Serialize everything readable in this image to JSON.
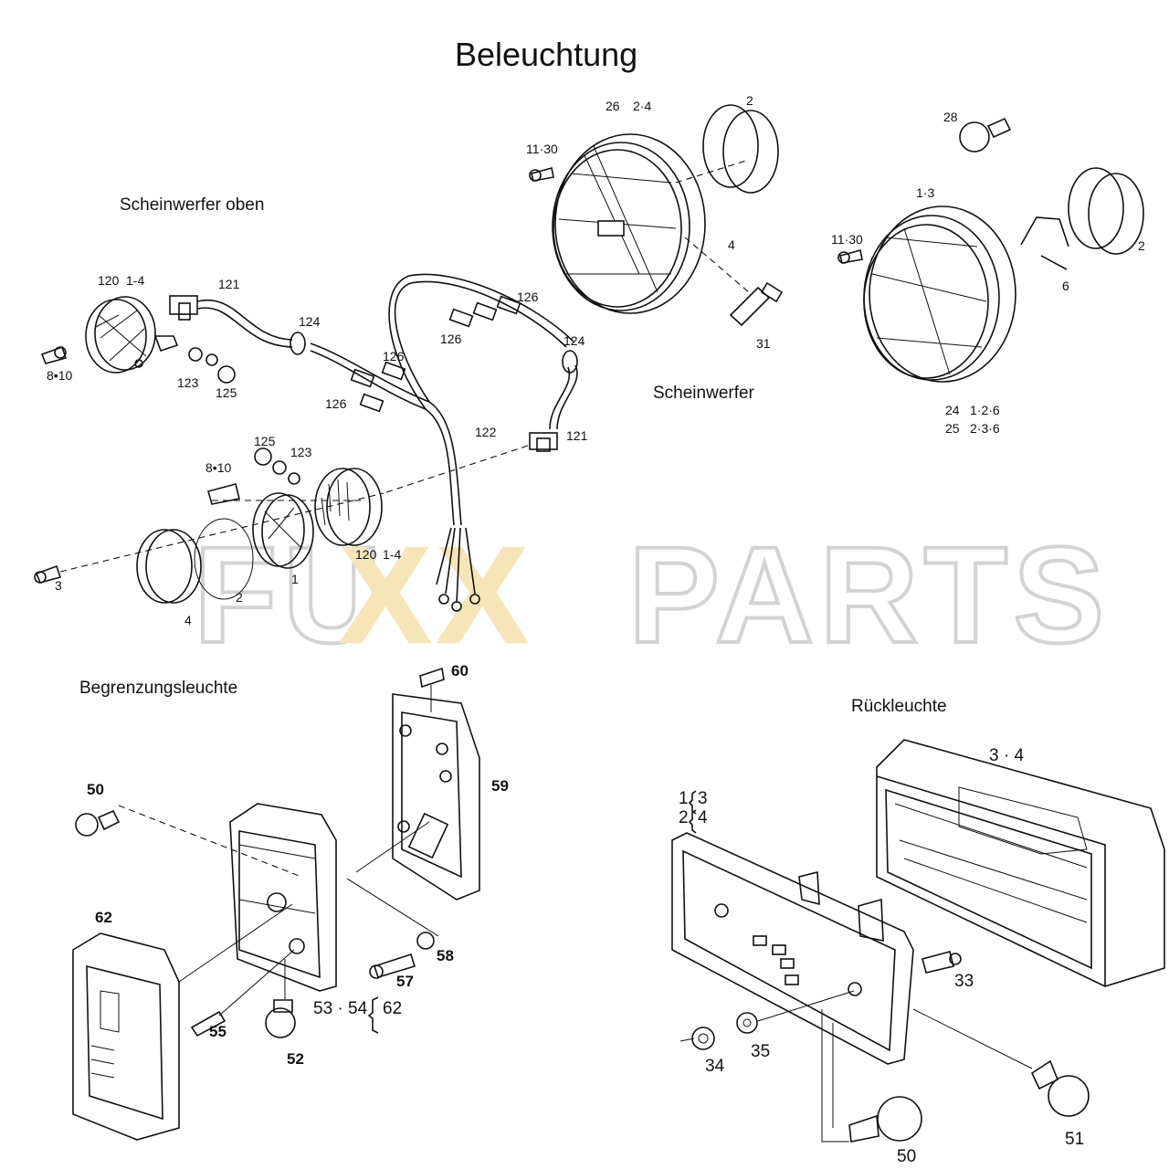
{
  "page": {
    "title": "Beleuchtung"
  },
  "sections": {
    "scheinwerfer_oben": "Scheinwerfer oben",
    "scheinwerfer": "Scheinwerfer",
    "begrenzungsleuchte": "Begrenzungsleuchte",
    "rueckleuchte": "Rückleuchte"
  },
  "labels": {
    "oben": {
      "l120_top": "120",
      "l120_top_range": "1-4",
      "l121_top": "121",
      "l124_a": "124",
      "l126_a": "126",
      "l126_b": "126",
      "l124_b": "124",
      "l126_c": "126",
      "l126_d": "126",
      "l8_10_a": "8•10",
      "l123_a": "123",
      "l125_a": "125",
      "l122": "122",
      "l121_b": "121",
      "l125_b": "125",
      "l123_b": "123",
      "l8_10_b": "8•10",
      "l120_b": "120",
      "l120_b_range": "1-4",
      "l1": "1",
      "l2": "2",
      "l3": "3",
      "l4": "4"
    },
    "scheinwerfer": {
      "l26": "26",
      "l26_range": "2·4",
      "l2_a": "2",
      "l11_30_a": "11·30",
      "l4": "4",
      "l31": "31",
      "l28": "28",
      "l1_3": "1·3",
      "l11_30_b": "11·30",
      "l2_b": "2",
      "l6": "6",
      "l24": "24",
      "l24_range": "1·2·6",
      "l25": "25",
      "l25_range": "2·3·6"
    },
    "begrenzung": {
      "l60": "60",
      "l50": "50",
      "l59": "59",
      "l62": "62",
      "l58": "58",
      "l57": "57",
      "l53_54": "53 · 54",
      "l62_ref": "62",
      "l55": "55",
      "l52": "52"
    },
    "rueck": {
      "l3_4": "3 · 4",
      "l1": "1",
      "l1_ref": "3",
      "l2": "2",
      "l2_ref": "4",
      "l33": "33",
      "l34": "34",
      "l35": "35",
      "l51": "51",
      "l50": "50"
    }
  },
  "watermark": {
    "part1": "FU",
    "part2": "XX",
    "part3": "PARTS",
    "color_gray": "#d9d9d9",
    "color_yellow": "#f6e3b0"
  }
}
